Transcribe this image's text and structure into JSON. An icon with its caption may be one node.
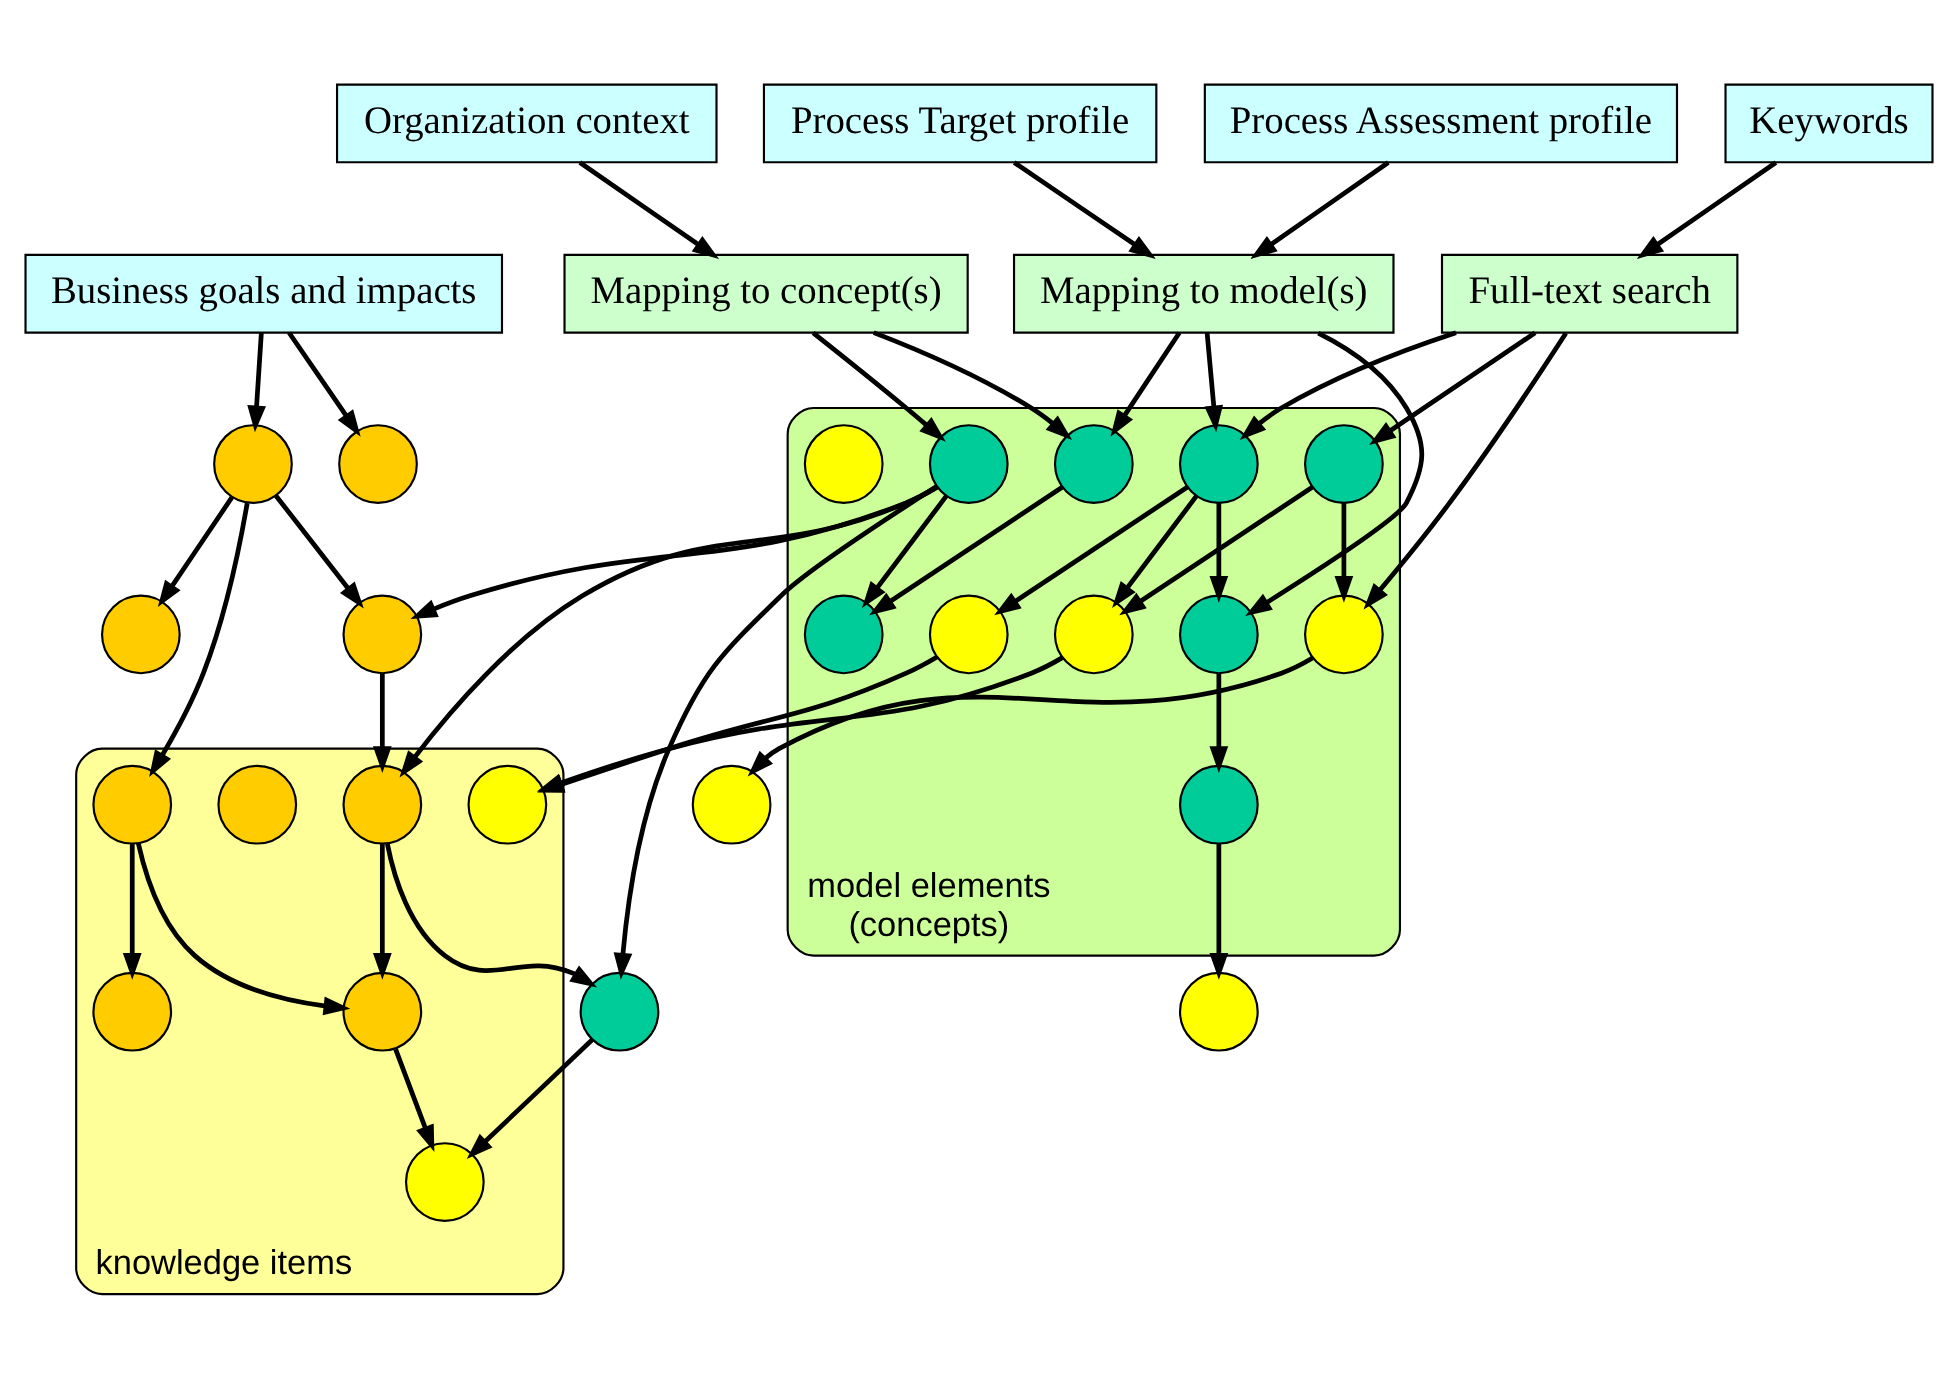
{
  "diagram": {
    "nodes": [
      {
        "text": [
          "Keywords"
        ]
      },
      {
        "text": [
          "Process Target profile"
        ]
      },
      {
        "text": [
          "Process Assessment profile"
        ]
      },
      {
        "text": [
          "Organization context"
        ]
      },
      {
        "text": [
          "Business goals and impacts"
        ]
      },
      {
        "text": [
          "Full-text search"
        ]
      },
      {
        "text": [
          "Mapping to model(s)"
        ]
      },
      {
        "text": [
          "Mapping to concept(s)"
        ]
      },
      {
        "text": [
          "model elements (concepts)"
        ]
      },
      {
        "text": [
          "knowledge items"
        ]
      },
      {
        "text": [],
        "shape": "circle"
      },
      {
        "text": [],
        "shape": "circle"
      },
      {
        "text": [],
        "shape": "circle"
      },
      {
        "text": [],
        "shape": "circle",
        "in": 8
      },
      {
        "text": [],
        "shape": "circle",
        "in": 8
      },
      {
        "text": [],
        "shape": "circle",
        "in": 8
      },
      {
        "text": [],
        "shape": "circle",
        "in": 8
      },
      {
        "text": [],
        "shape": "circle",
        "in": 8
      },
      {
        "text": [],
        "shape": "circle",
        "in": 8
      },
      {
        "text": [],
        "shape": "circle"
      },
      {
        "text": [],
        "shape": "circle",
        "in": 9
      },
      {
        "text": [],
        "shape": "circle",
        "in": 8
      },
      {
        "text": [],
        "shape": "circle",
        "in": 9
      },
      {
        "text": [],
        "shape": "circle"
      },
      {
        "text": [],
        "shape": "circle",
        "in": 8
      },
      {
        "text": [],
        "shape": "circle",
        "in": 9
      },
      {
        "text": [],
        "shape": "circle",
        "in": 8
      },
      {
        "text": [],
        "shape": "circle",
        "in": 8
      },
      {
        "text": [],
        "shape": "circle",
        "in": 9
      },
      {
        "text": [],
        "shape": "circle",
        "in": 8
      },
      {
        "text": [],
        "shape": "circle",
        "in": 9
      },
      {
        "text": [],
        "shape": "circle"
      },
      {
        "text": [],
        "shape": "circle"
      },
      {
        "text": [],
        "shape": "circle",
        "in": 9
      },
      {
        "text": [],
        "shape": "circle",
        "in": 9
      }
    ],
    "edges": [
      {
        "from": 0,
        "to": 5,
        "arrow": "to"
      },
      {
        "from": 1,
        "to": 6,
        "arrow": "to"
      },
      {
        "from": 2,
        "to": 6,
        "arrow": "to"
      },
      {
        "from": 3,
        "to": 7,
        "arrow": "to"
      },
      {
        "from": 4,
        "to": 10,
        "arrow": "to"
      },
      {
        "from": 4,
        "to": 11,
        "arrow": "to"
      },
      {
        "from": 5,
        "to": 14,
        "arrow": "to"
      },
      {
        "from": 5,
        "to": 17,
        "arrow": "to"
      },
      {
        "from": 5,
        "to": 26,
        "arrow": "to"
      },
      {
        "from": 6,
        "to": 14,
        "arrow": "to"
      },
      {
        "from": 6,
        "to": 15,
        "arrow": "to"
      },
      {
        "from": 6,
        "to": 13,
        "arrow": "to"
      },
      {
        "from": 7,
        "to": 13,
        "arrow": "to"
      },
      {
        "from": 7,
        "to": 16,
        "arrow": "to"
      },
      {
        "from": 14,
        "to": 15,
        "arrow": "to"
      },
      {
        "from": 15,
        "to": 21,
        "arrow": "to"
      },
      {
        "from": 13,
        "to": 18,
        "arrow": "to"
      },
      {
        "from": 16,
        "to": 18,
        "arrow": "to"
      },
      {
        "from": 16,
        "to": 23,
        "arrow": "to"
      },
      {
        "from": 16,
        "to": 20,
        "arrow": "to"
      },
      {
        "from": 16,
        "to": 12,
        "arrow": "to"
      },
      {
        "from": 10,
        "to": 12,
        "arrow": "to"
      },
      {
        "from": 10,
        "to": 19,
        "arrow": "to"
      },
      {
        "from": 10,
        "to": 22,
        "arrow": "to"
      },
      {
        "from": 12,
        "to": 20,
        "arrow": "to"
      },
      {
        "from": 20,
        "to": 23,
        "arrow": "to"
      },
      {
        "from": 20,
        "to": 28,
        "arrow": "to"
      },
      {
        "from": 22,
        "to": 28,
        "arrow": "to"
      },
      {
        "from": 22,
        "to": 30,
        "arrow": "to"
      },
      {
        "from": 17,
        "to": 26,
        "arrow": "to"
      },
      {
        "from": 17,
        "to": 24,
        "arrow": "to"
      },
      {
        "from": 14,
        "to": 24,
        "arrow": "to"
      },
      {
        "from": 14,
        "to": 27,
        "arrow": "to"
      },
      {
        "from": 21,
        "to": 31,
        "arrow": "to"
      },
      {
        "from": 26,
        "to": 32,
        "arrow": "to"
      },
      {
        "from": 24,
        "to": 34,
        "arrow": "to"
      },
      {
        "from": 27,
        "to": 34,
        "arrow": "to"
      },
      {
        "from": 23,
        "to": 33,
        "arrow": "to"
      },
      {
        "from": 28,
        "to": 33,
        "arrow": "to"
      }
    ]
  }
}
